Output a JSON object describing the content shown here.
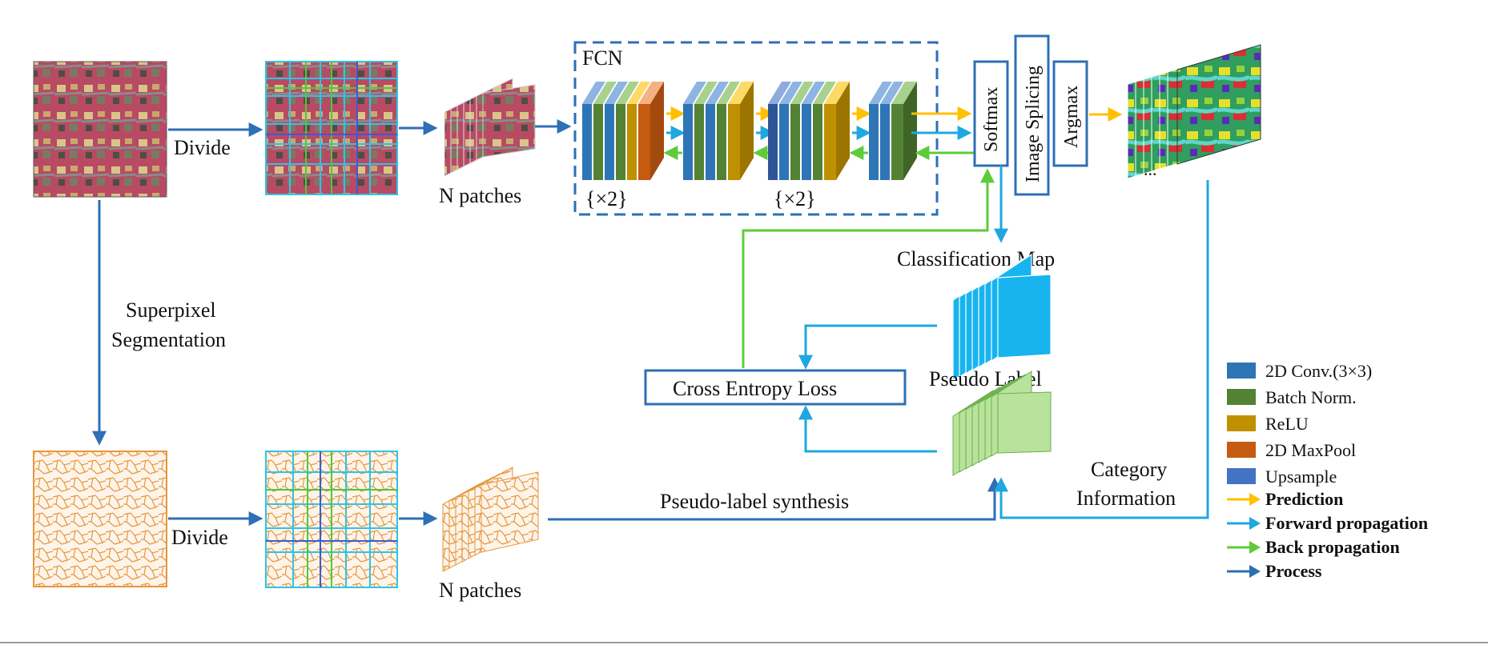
{
  "colors": {
    "conv": "#2e75b6",
    "batch_norm": "#548235",
    "relu": "#bf9000",
    "maxpool": "#c55a11",
    "upsample": "#4472c4",
    "prediction": "#ffc000",
    "forward": "#1fa7e1",
    "back": "#5ecb3a",
    "process": "#2e6fb5",
    "class_map": "#17b4f0",
    "pseudo_label": "#b9e39c",
    "patch_orange": "#e7963a"
  },
  "top_row": {
    "divide_label": "Divide",
    "n_patches_label": "N patches"
  },
  "fcn": {
    "title": "FCN",
    "repeat_label_1": "{×2}",
    "repeat_label_2": "{×2}"
  },
  "softmax_label": "Softmax",
  "image_splicing_label": "Image Splicing",
  "argmax_label": "Argmax",
  "output_ellipsis": "...",
  "classification_map_label": "Classification Map",
  "pseudo_label_label": "Pseudo Label",
  "cross_entropy_label": "Cross Entropy Loss",
  "superpixel_label_1": "Superpixel",
  "superpixel_label_2": "Segmentation",
  "bottom_row": {
    "divide_label": "Divide",
    "n_patches_label": "N patches",
    "synthesis_label": "Pseudo-label synthesis"
  },
  "category_label_1": "Category",
  "category_label_2": "Information",
  "legend": {
    "boxes": [
      {
        "label": "2D Conv.(3×3)",
        "color": "#2e75b6"
      },
      {
        "label": "Batch Norm.",
        "color": "#548235"
      },
      {
        "label": "ReLU",
        "color": "#bf9000"
      },
      {
        "label": "2D MaxPool",
        "color": "#c55a11"
      },
      {
        "label": "Upsample",
        "color": "#4472c4"
      }
    ],
    "arrows": [
      {
        "label": "Prediction",
        "color": "#ffc000"
      },
      {
        "label": "Forward propagation",
        "color": "#1fa7e1"
      },
      {
        "label": "Back propagation",
        "color": "#5ecb3a"
      },
      {
        "label": "Process",
        "color": "#2e6fb5"
      }
    ]
  }
}
